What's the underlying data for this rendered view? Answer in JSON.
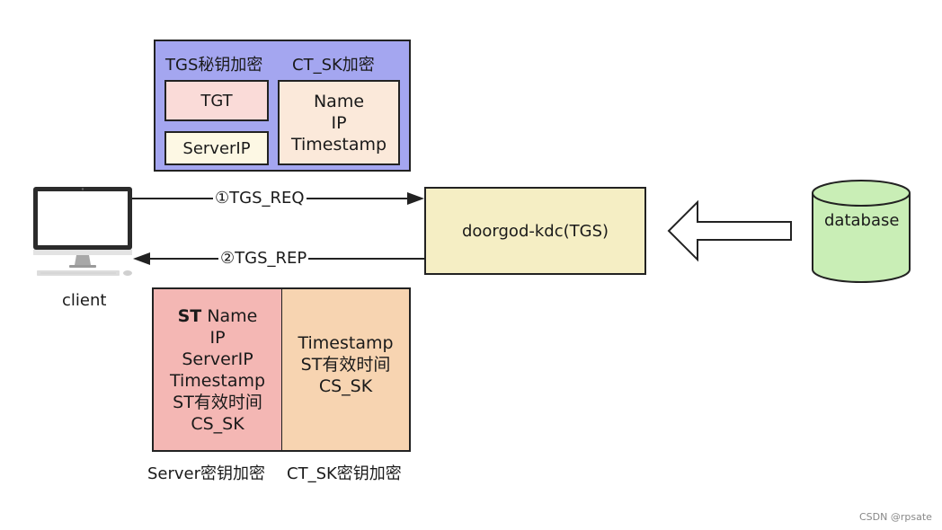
{
  "tgs_request_packet": {
    "tgs_key_label": "TGS秘钥加密",
    "ct_sk_label": "CT_SK加密",
    "tgt": "TGT",
    "server_ip": "ServerIP",
    "authenticator": [
      "Name",
      "IP",
      "Timestamp"
    ]
  },
  "client": {
    "label": "client"
  },
  "arrows": {
    "request": "①TGS_REQ",
    "reply": "②TGS_REP"
  },
  "kdc": {
    "label": "doorgod-kdc(TGS)"
  },
  "database": {
    "label": "database"
  },
  "tgs_reply_packet": {
    "st_title_bold": "ST",
    "st_title_rest": " Name",
    "st_lines": [
      "IP",
      "ServerIP",
      "Timestamp",
      "ST有效时间",
      "CS_SK"
    ],
    "ctsk_lines": [
      "Timestamp",
      "ST有效时间",
      "CS_SK"
    ],
    "server_key_label": "Server密钥加密",
    "ct_sk_key_label": "CT_SK密钥加密"
  },
  "watermark": "CSDN @rpsate",
  "colors": {
    "request_packet_bg": "#a4a6f0",
    "tgt_bg": "#fadbd8",
    "server_ip_bg": "#fdf8e4",
    "authenticator_bg": "#fbe9da",
    "kdc_bg": "#f5eec4",
    "database_fill": "#c9eeb6",
    "st_bg": "#f4b7b4",
    "ctsk_reply_bg": "#f7d4b1"
  }
}
